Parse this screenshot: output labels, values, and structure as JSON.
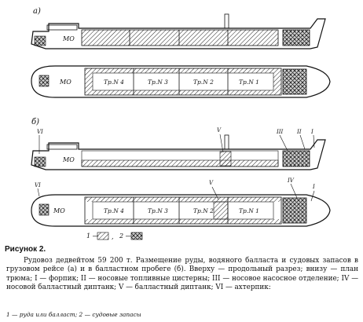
{
  "figure": {
    "panel_labels": [
      "а)",
      "б)"
    ],
    "compartments_top": [
      "Тр.N 4",
      "Тр.N 3",
      "Тр.N 2",
      "Тр.N 1"
    ],
    "engine_room": "МО",
    "roman_markers": [
      "I",
      "II",
      "III",
      "IV",
      "V",
      "VI"
    ],
    "legend_marks": [
      "1 —",
      ",",
      "2 —"
    ]
  },
  "caption": {
    "figure_number": "Рисунок 2.",
    "text": "Рудовоз дедвейтом 59 200 т. Размещение руды, водяного балласта и судовых запасов в грузовом рейсе (а) и в балластном пробеге (б). Вверху — продольный разрез; внизу — план трюма; I — форпик; II — носовые топливные цистерны; III — носовое насосное отделение; IV — носовой балластный диптанк; V — балластный диптанк; VI — ахтерпик:",
    "legend": "1 — руда или балласт; 2 — судовые запасы"
  }
}
